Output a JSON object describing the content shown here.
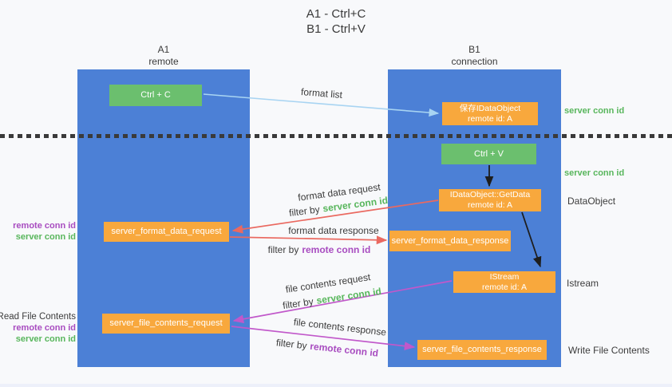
{
  "title": {
    "line1": "A1 - Ctrl+C",
    "line2": "B1 - Ctrl+V"
  },
  "lifelines": {
    "left": {
      "name": "A1",
      "role": "remote"
    },
    "right": {
      "name": "B1",
      "role": "connection"
    }
  },
  "boxes": {
    "ctrl_c": {
      "label": "Ctrl + C"
    },
    "ctrl_v": {
      "label": "Ctrl + V"
    },
    "save_idataobject": {
      "line1": "保存IDataObject",
      "line2": "remote id: A"
    },
    "getdata": {
      "line1": "IDataObject::GetData",
      "line2": "remote id: A"
    },
    "istream": {
      "line1": "IStream",
      "line2": "remote id: A"
    },
    "format_request": {
      "label": "server_format_data_request"
    },
    "format_response": {
      "label": "server_format_data_response"
    },
    "file_request": {
      "label": "server_file_contents_request"
    },
    "file_response": {
      "label": "server_file_contents_response"
    }
  },
  "arrow_labels": {
    "format_list": "format list",
    "format_data_request": "format data request",
    "format_data_response": "format data response",
    "file_contents_request": "file contents request",
    "file_contents_response": "file contents response",
    "filter_by": "filter by",
    "server_conn_id": "server conn id",
    "remote_conn_id": "remote conn id"
  },
  "side_labels": {
    "server_conn_id_top": "server conn id",
    "server_conn_id_mid": "server conn id",
    "dataobject": "DataObject",
    "istream": "Istream",
    "write_file_contents": "Write File Contents",
    "read_file_contents": "Read File Contents",
    "remote_conn_id": "remote conn id",
    "server_conn_id": "server conn id"
  },
  "colors": {
    "lifeline_blue": "#4c80d6",
    "box_green": "#6bbf6e",
    "box_orange": "#f8a83d",
    "green_text": "#58b65c",
    "purple_text": "#a84cc0",
    "arrow_red": "#ea6960",
    "arrow_purple": "#c158ca",
    "arrow_lightblue": "#a8d4f2",
    "arrow_black": "#1e1e1e",
    "dotted_line": "#3a3a3a"
  }
}
